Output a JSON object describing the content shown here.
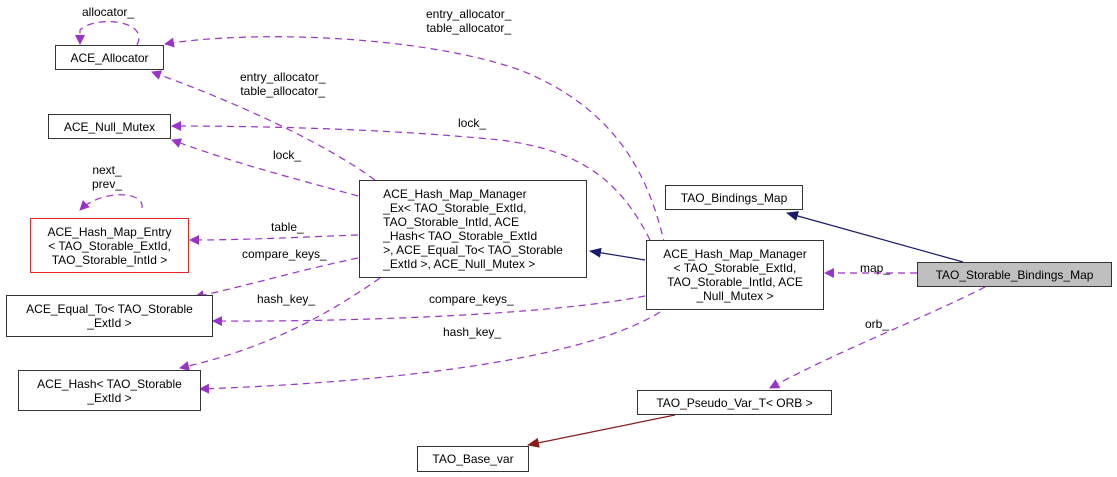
{
  "title": "Collaboration diagram for TAO_Storable_Bindings_Map",
  "colors": {
    "member_edge": "#9a32cd",
    "inherit_edge": "#191970",
    "template_edge": "#8b1a1a",
    "node_border": "#333333",
    "highlight_border": "#ee2222",
    "focus_fill": "#bfbfbf"
  },
  "nodes": {
    "ace_allocator": "ACE_Allocator",
    "ace_null_mutex": "ACE_Null_Mutex",
    "ace_hash_map_entry": "ACE_Hash_Map_Entry\n< TAO_Storable_ExtId,\nTAO_Storable_IntId >",
    "ace_equal_to": "ACE_Equal_To< TAO_Storable\n_ExtId >",
    "ace_hash": "ACE_Hash< TAO_Storable\n_ExtId >",
    "ace_hash_map_manager_ex": "ACE_Hash_Map_Manager\n_Ex< TAO_Storable_ExtId,\nTAO_Storable_IntId, ACE\n_Hash< TAO_Storable_ExtId\n>, ACE_Equal_To< TAO_Storable\n_ExtId >, ACE_Null_Mutex >",
    "tao_bindings_map": "TAO_Bindings_Map",
    "ace_hash_map_manager": "ACE_Hash_Map_Manager\n< TAO_Storable_ExtId,\nTAO_Storable_IntId, ACE\n_Null_Mutex >",
    "tao_storable_bindings_map": "TAO_Storable_Bindings_Map",
    "tao_pseudo_var_t": "TAO_Pseudo_Var_T< ORB >",
    "tao_base_var": "TAO_Base_var"
  },
  "edge_labels": {
    "allocator_self": "allocator_",
    "entry_table_allocator_top": "entry_allocator_\ntable_allocator_",
    "entry_table_allocator_mid": "entry_allocator_\ntable_allocator_",
    "lock_top": "lock_",
    "lock_mid": "lock_",
    "next_prev": "next_\nprev_",
    "table": "table_",
    "compare_keys_left": "compare_keys_",
    "hash_key_left": "hash_key_",
    "compare_keys_right": "compare_keys_",
    "hash_key_right": "hash_key_",
    "map": "map_",
    "orb": "orb_"
  }
}
